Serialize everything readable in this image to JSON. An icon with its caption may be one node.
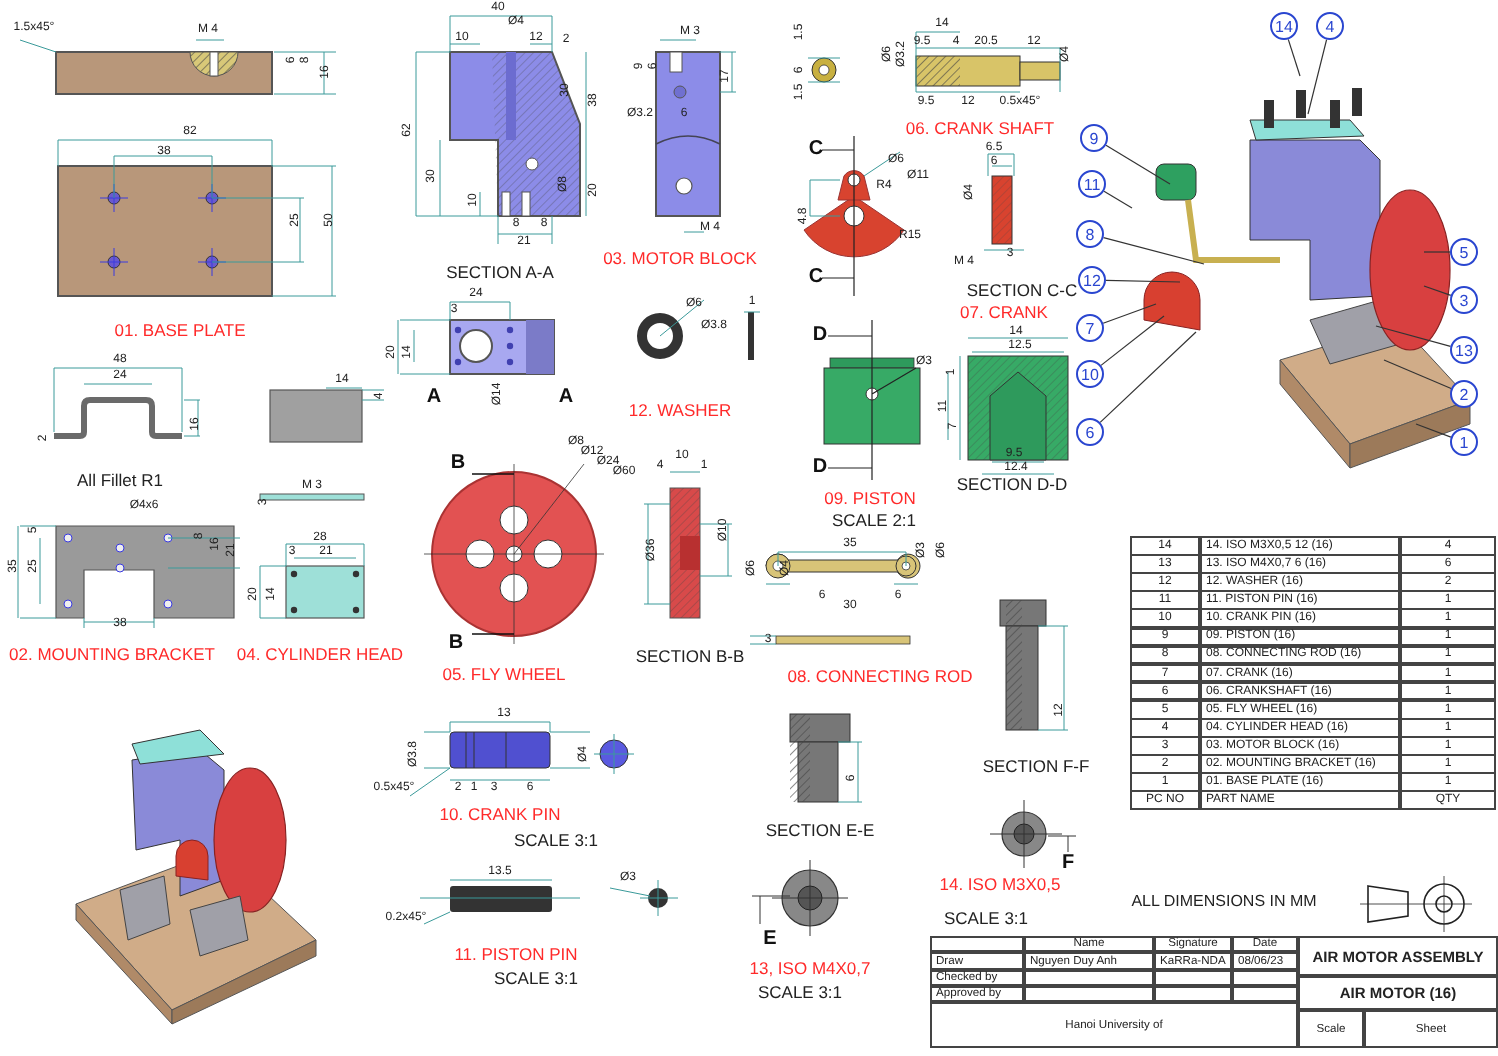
{
  "diagram": {
    "nodes": [
      {
        "text": [
          "14"
        ]
      },
      {
        "text": [
          "4"
        ]
      },
      {
        "text": [
          "9"
        ]
      },
      {
        "text": [
          "11"
        ]
      },
      {
        "text": [
          "8"
        ]
      },
      {
        "text": [
          "5"
        ]
      },
      {
        "text": [
          "12"
        ]
      },
      {
        "text": [
          "3"
        ]
      },
      {
        "text": [
          "7"
        ]
      },
      {
        "text": [
          "13"
        ]
      },
      {
        "text": [
          "10"
        ]
      },
      {
        "text": [
          "2"
        ]
      },
      {
        "text": [
          "6"
        ]
      },
      {
        "text": [
          "1"
        ]
      },
      {
        "text": [],
        "shape": "picture"
      }
    ],
    "edges": [
      {
        "from": 0,
        "to": 14,
        "arrow": "none"
      },
      {
        "from": 1,
        "to": 14,
        "arrow": "none"
      },
      {
        "from": 2,
        "to": 14,
        "arrow": "none"
      },
      {
        "from": 3,
        "to": 14,
        "arrow": "none"
      },
      {
        "from": 4,
        "to": 14,
        "arrow": "none"
      },
      {
        "from": 5,
        "to": 14,
        "arrow": "none"
      },
      {
        "from": 6,
        "to": 14,
        "arrow": "none"
      },
      {
        "from": 7,
        "to": 14,
        "arrow": "none"
      },
      {
        "from": 8,
        "to": 14,
        "arrow": "none"
      },
      {
        "from": 9,
        "to": 14,
        "arrow": "none"
      },
      {
        "from": 10,
        "to": 14,
        "arrow": "none"
      },
      {
        "from": 11,
        "to": 14,
        "arrow": "none"
      },
      {
        "from": 12,
        "to": 14,
        "arrow": "none"
      },
      {
        "from": 13,
        "to": 14,
        "arrow": "none"
      }
    ],
    "labels": [
      "1.5x45°",
      "M 4",
      "6",
      "8",
      "16",
      "82",
      "38",
      "25",
      "50",
      "01. BASE PLATE",
      "40",
      "Ø4",
      "10",
      "12",
      "2",
      "62",
      "30",
      "38",
      "30",
      "10",
      "Ø8",
      "20",
      "8",
      "8",
      "21",
      "SECTION A-A",
      "M 3",
      "9",
      "6",
      "17",
      "Ø3.2",
      "6",
      "M 4",
      "03. MOTOR BLOCK",
      "24",
      "3",
      "20",
      "14",
      "Ø14",
      "A",
      "A",
      "Ø6",
      "Ø3.8",
      "1",
      "12. WASHER",
      "48",
      "24",
      "16",
      "2",
      "All Fillet R1",
      "14",
      "4",
      "M 3",
      "3",
      "35",
      "25",
      "5",
      "Ø4x6",
      "8",
      "16",
      "21",
      "38",
      "02. MOUNTING BRACKET",
      "28",
      "3",
      "21",
      "20",
      "14",
      "04. CYLINDER HEAD",
      "B",
      "Ø8",
      "Ø12",
      "Ø24",
      "Ø60",
      "B",
      "05. FLY WHEEL",
      "4",
      "10",
      "1",
      "Ø10",
      "Ø36",
      "SECTION B-B",
      "13",
      "Ø3.8",
      "Ø4",
      "0.5x45°",
      "2",
      "1",
      "3",
      "6",
      "10. CRANK PIN",
      "SCALE 3:1",
      "13.5",
      "Ø3",
      "0.2x45°",
      "11. PISTON PIN",
      "SCALE 3:1",
      "6",
      "SECTION E-E",
      "E",
      "13, ISO M4X0,7",
      "SCALE 3:1",
      "1.5",
      "6",
      "1.5",
      "Ø6",
      "Ø3.2",
      "14",
      "9.5",
      "4",
      "20.5",
      "12",
      "Ø4",
      "9.5",
      "12",
      "0.5x45°",
      "06. CRANK SHAFT",
      "C",
      "R4",
      "Ø6",
      "Ø11",
      "4.8",
      "R15",
      "C",
      "6.5",
      "6",
      "Ø4",
      "M 4",
      "3",
      "SECTION C-C",
      "07. CRANK",
      "D",
      "Ø3",
      "D",
      "09. PISTON",
      "SCALE 2:1",
      "14",
      "12.5",
      "1",
      "11",
      "7",
      "9.5",
      "12.4",
      "SECTION D-D",
      "35",
      "Ø6",
      "Ø4",
      "Ø3",
      "Ø6",
      "6",
      "30",
      "6",
      "3",
      "08. CONNECTING ROD",
      "12",
      "SECTION F-F",
      "F",
      "14. ISO M3X0,5",
      "SCALE 3:1",
      "ALL DIMENSIONS IN MM",
      "14",
      "14. ISO M3X0,5 12 (16)",
      "4",
      "13",
      "13. ISO M4X0,7 6 (16)",
      "6",
      "12",
      "12. WASHER (16)",
      "2",
      "11",
      "11. PISTON PIN (16)",
      "1",
      "10",
      "10. CRANK PIN (16)",
      "1",
      "9",
      "09. PISTON (16)",
      "1",
      "8",
      "08. CONNECTING ROD (16)",
      "1",
      "7",
      "07. CRANK (16)",
      "1",
      "6",
      "06. CRANKSHAFT (16)",
      "1",
      "5",
      "05. FLY WHEEL (16)",
      "1",
      "4",
      "04. CYLINDER HEAD (16)",
      "1",
      "3",
      "03. MOTOR BLOCK (16)",
      "1",
      "2",
      "02. MOUNTING BRACKET (16)",
      "1",
      "1",
      "01. BASE PLATE (16)",
      "1",
      "PC NO",
      "PART NAME",
      "QTY",
      "Name",
      "Signature",
      "Date",
      "AIR MOTOR ASSEMBLY",
      "Draw",
      "Nguyen Duy Anh",
      "KaRRa-NDA",
      "08/06/23",
      "Checked by",
      "Approved by",
      "AIR MOTOR (16)",
      "Hanoi University of",
      "Scale",
      "Sheet"
    ]
  }
}
